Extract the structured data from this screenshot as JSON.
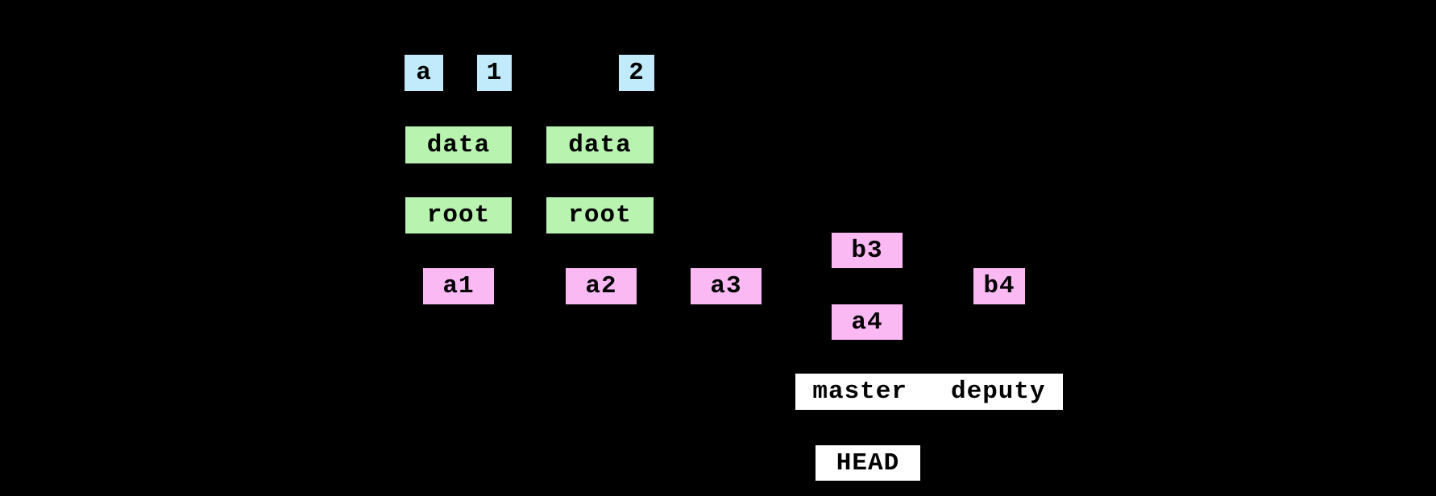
{
  "diagram_type": "git-object-graph",
  "background": "#000000",
  "colors": {
    "background": "#000000",
    "blob": "#c1eafb",
    "tree": "#b8f3b0",
    "commit": "#fbb9f4",
    "ref": "#ffffff",
    "text": "#000000"
  },
  "nodes": {
    "blob_a": "a",
    "blob_1": "1",
    "blob_2": "2",
    "tree_data_1": "data",
    "tree_data_2": "data",
    "tree_root_1": "root",
    "tree_root_2": "root",
    "commit_a1": "a1",
    "commit_a2": "a2",
    "commit_a3": "a3",
    "commit_b3": "b3",
    "commit_a4": "a4",
    "commit_b4": "b4",
    "ref_master": "master",
    "ref_deputy": "deputy",
    "head": "HEAD"
  }
}
